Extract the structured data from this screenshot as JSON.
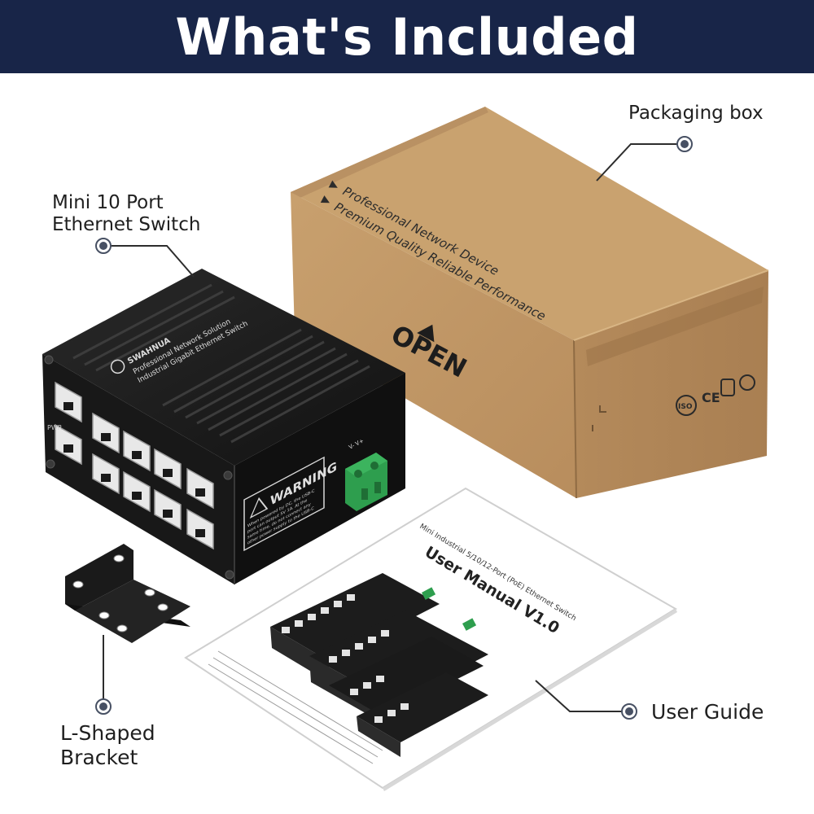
{
  "header": {
    "title": "What's Included"
  },
  "items": {
    "switch": {
      "label_line1": "Mini 10 Port",
      "label_line2": "Ethernet Switch"
    },
    "box": {
      "label": "Packaging box"
    },
    "bracket": {
      "label_line1": "L-Shaped",
      "label_line2": "Bracket"
    },
    "guide": {
      "label": "User Guide"
    }
  },
  "box_print": {
    "line1": "Professional Network Device",
    "line2": "Premium Quality Reliable Performance",
    "open": "OPEN",
    "cert1": "CE",
    "cert2": "ISO"
  },
  "switch_print": {
    "brand": "SWAHNUA",
    "line1": "Professional Network Solution",
    "line2": "Industrial Gigabit Ethernet Switch",
    "warning_title": "WARNING",
    "warning_text1": "When powered by DC, the USB-C",
    "warning_text2": "port can output 5V 1A. At the",
    "warning_text3": "same time, do not connect any",
    "warning_text4": "other power supply to the USB-C",
    "pwr": "PWR",
    "terminal": "V- V+"
  },
  "manual_print": {
    "subtitle": "Mini Industrial 5/10/12-Port (PoE) Ethernet Switch",
    "title": "User Manual V1.0"
  },
  "colors": {
    "banner": "#182548",
    "cardboard": "#c49c6c",
    "switch_body": "#141414",
    "terminal_green": "#2e9e4e",
    "marker": "#475063"
  }
}
